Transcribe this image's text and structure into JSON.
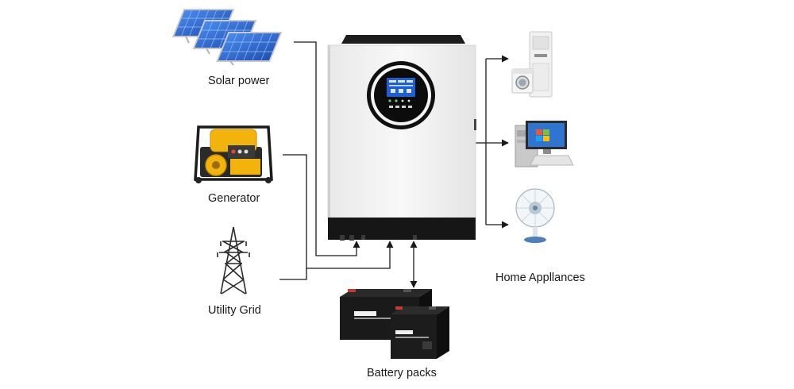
{
  "sources": {
    "solar": {
      "label": "Solar power",
      "icon": "solar-panel-icon"
    },
    "generator": {
      "label": "Generator",
      "icon": "generator-icon"
    },
    "grid": {
      "label": "Utility Grid",
      "icon": "power-tower-icon"
    }
  },
  "loads": {
    "label": "Home Appllances",
    "items": [
      "air-conditioner-icon",
      "washing-machine-icon",
      "desktop-computer-icon",
      "electric-fan-icon"
    ]
  },
  "storage": {
    "label": "Battery packs",
    "icon": "battery-icon"
  },
  "colors": {
    "inverter_body": "#f2f2f2",
    "inverter_base": "#161616",
    "lcd": "#1e5fd8",
    "line": "#1a1a1a",
    "solar_cell": "#2f6fd6",
    "generator_frame": "#f2b40c"
  }
}
